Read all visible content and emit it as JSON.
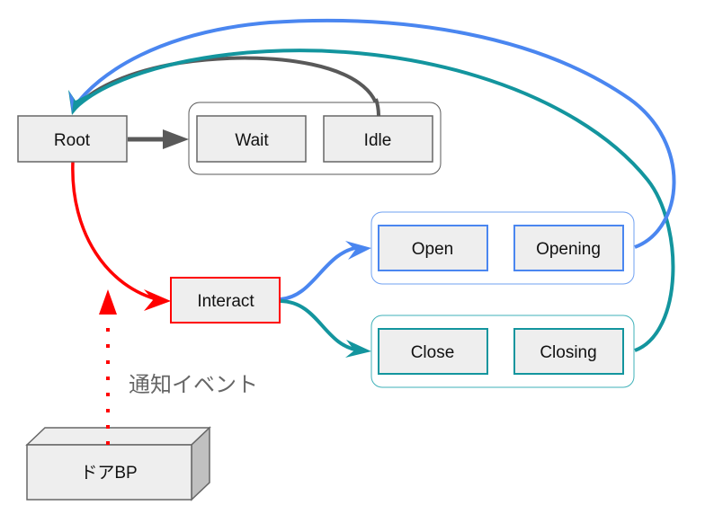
{
  "colors": {
    "node_fill": "#eeeeee",
    "node_border": "#666666",
    "gray": "#595959",
    "red": "#ff0000",
    "blue": "#4a86f0",
    "teal": "#13959e",
    "blue_group": "#6fa0f2",
    "teal_group": "#3fb1b9",
    "label": "#666666"
  },
  "nodes": {
    "root": "Root",
    "wait": "Wait",
    "idle": "Idle",
    "interact": "Interact",
    "open": "Open",
    "opening": "Opening",
    "close": "Close",
    "closing": "Closing",
    "door_bp": "ドアBP"
  },
  "labels": {
    "notify_event": "通知イベント"
  },
  "edges": [
    {
      "from": "Root",
      "to": "Wait/Idle group",
      "style": "solid",
      "color": "gray"
    },
    {
      "from": "Idle",
      "to": "Root",
      "style": "solid",
      "color": "gray"
    },
    {
      "from": "Root",
      "to": "Interact",
      "style": "solid",
      "color": "red"
    },
    {
      "from": "Interact",
      "to": "Open/Opening group",
      "style": "solid",
      "color": "blue"
    },
    {
      "from": "Interact",
      "to": "Close/Closing group",
      "style": "solid",
      "color": "teal"
    },
    {
      "from": "Opening group",
      "to": "Root",
      "style": "solid",
      "color": "blue"
    },
    {
      "from": "Closing group",
      "to": "Root",
      "style": "solid",
      "color": "teal"
    },
    {
      "from": "ドアBP",
      "to": "Interact",
      "style": "dotted",
      "color": "red",
      "label": "通知イベント"
    }
  ]
}
